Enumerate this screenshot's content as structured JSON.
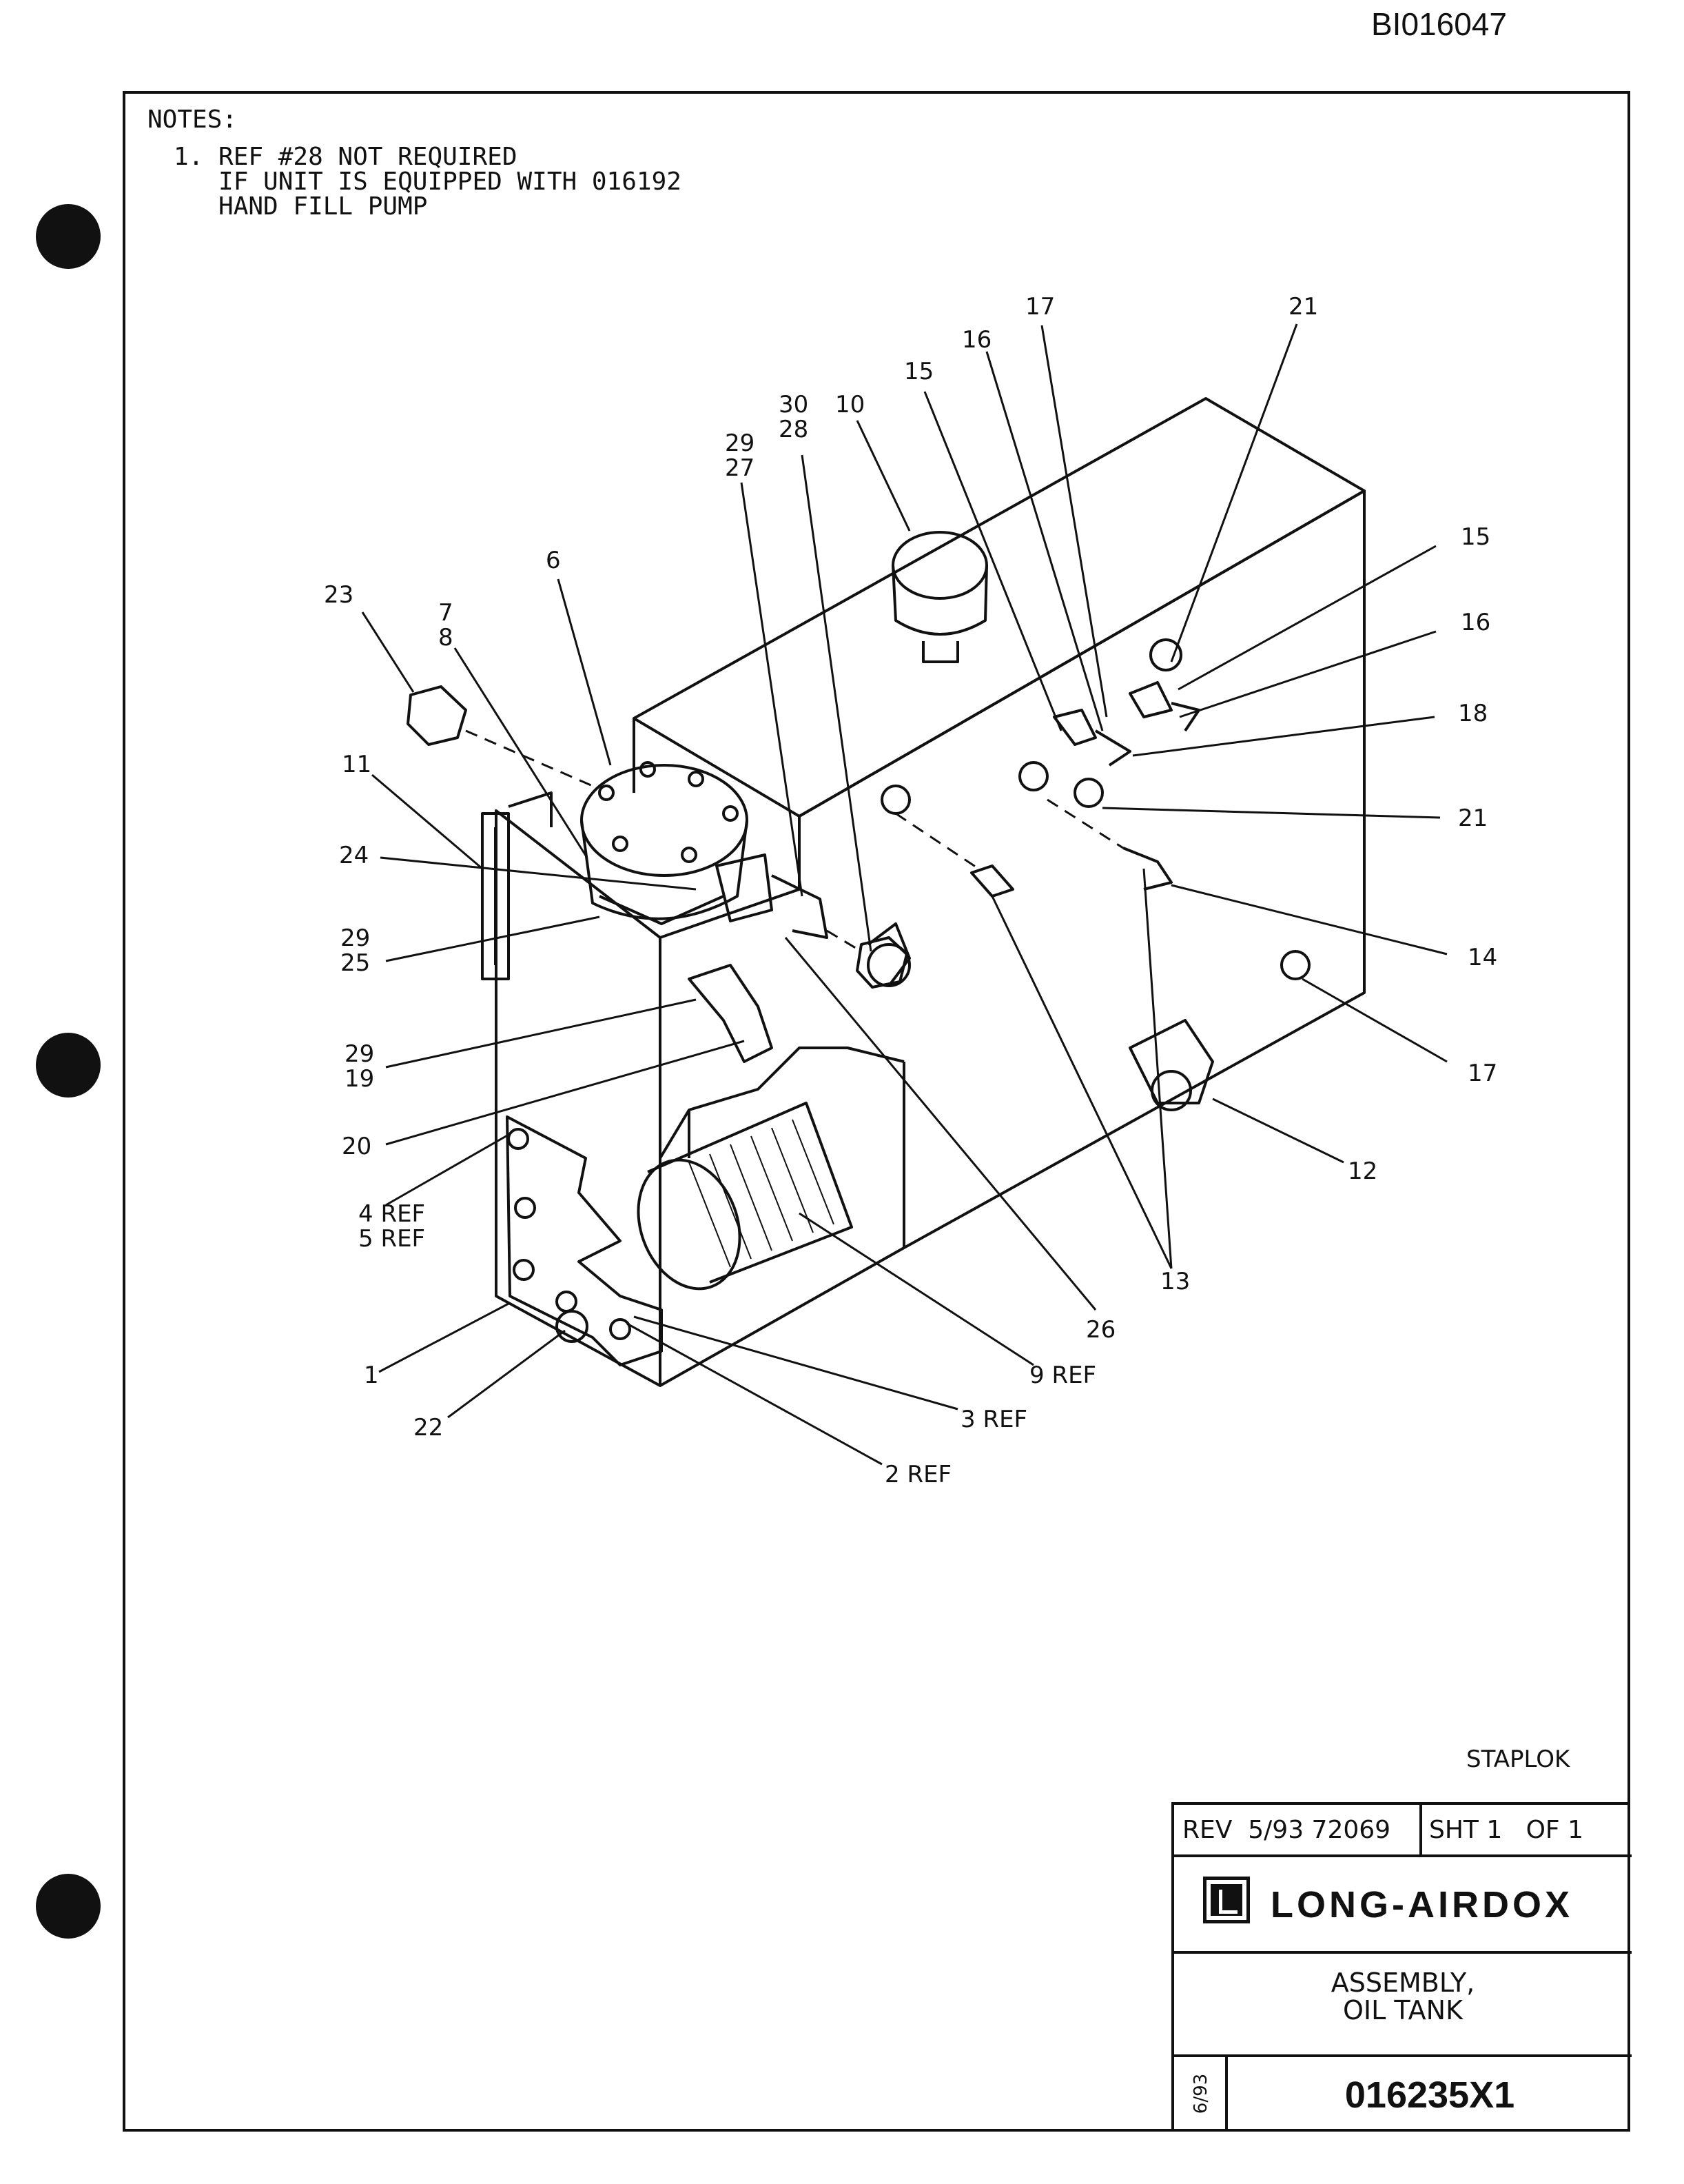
{
  "document_id": "BI016047",
  "notes": {
    "heading": "NOTES:",
    "lines": [
      "1. REF #28 NOT REQUIRED",
      "   IF UNIT IS EQUIPPED WITH 016192",
      "   HAND FILL PUMP"
    ]
  },
  "callouts": [
    {
      "id": "c23",
      "text": "23"
    },
    {
      "id": "c7",
      "text": "7"
    },
    {
      "id": "c8",
      "text": "8"
    },
    {
      "id": "c6",
      "text": "6"
    },
    {
      "id": "c11",
      "text": "11"
    },
    {
      "id": "c24",
      "text": "24"
    },
    {
      "id": "c29a",
      "text": "29"
    },
    {
      "id": "c25",
      "text": "25"
    },
    {
      "id": "c29b",
      "text": "29"
    },
    {
      "id": "c19",
      "text": "19"
    },
    {
      "id": "c20",
      "text": "20"
    },
    {
      "id": "c4",
      "text": "4 REF"
    },
    {
      "id": "c5",
      "text": "5 REF"
    },
    {
      "id": "c1",
      "text": "1"
    },
    {
      "id": "c22",
      "text": "22"
    },
    {
      "id": "c29c",
      "text": "29"
    },
    {
      "id": "c27",
      "text": "27"
    },
    {
      "id": "c30",
      "text": "30"
    },
    {
      "id": "c28",
      "text": "28"
    },
    {
      "id": "c10",
      "text": "10"
    },
    {
      "id": "c15a",
      "text": "15"
    },
    {
      "id": "c16a",
      "text": "16"
    },
    {
      "id": "c17a",
      "text": "17"
    },
    {
      "id": "c21a",
      "text": "21"
    },
    {
      "id": "c15b",
      "text": "15"
    },
    {
      "id": "c16b",
      "text": "16"
    },
    {
      "id": "c18",
      "text": "18"
    },
    {
      "id": "c21b",
      "text": "21"
    },
    {
      "id": "c14",
      "text": "14"
    },
    {
      "id": "c17b",
      "text": "17"
    },
    {
      "id": "c12",
      "text": "12"
    },
    {
      "id": "c13",
      "text": "13"
    },
    {
      "id": "c26",
      "text": "26"
    },
    {
      "id": "c9",
      "text": "9 REF"
    },
    {
      "id": "c3",
      "text": "3 REF"
    },
    {
      "id": "c2",
      "text": "2 REF"
    }
  ],
  "staplok": "STAPLOK",
  "title_block": {
    "rev": "REV  5/93 72069",
    "sheet": "SHT 1   OF 1",
    "company": "LONG-AIRDOX",
    "title_line1": "ASSEMBLY,",
    "title_line2": "OIL TANK",
    "date": "6/93",
    "drawing_number": "016235X1"
  }
}
